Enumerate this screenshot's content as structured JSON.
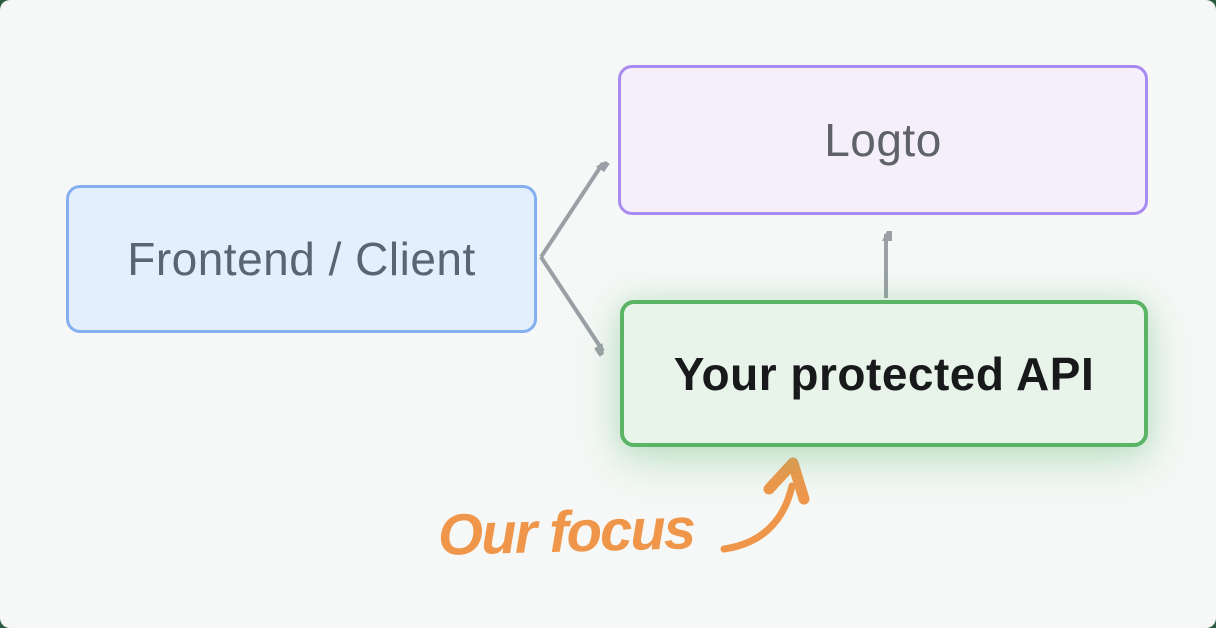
{
  "diagram": {
    "background_color": "#f5f8f6",
    "frame_color": "#2e5a42",
    "nodes": [
      {
        "id": "frontend",
        "label": "Frontend / Client",
        "fill": "#e4effc",
        "border_color": "#84aff0",
        "text_color": "#5b6572"
      },
      {
        "id": "logto",
        "label": "Logto",
        "fill": "#f5effc",
        "border_color": "#a78bf0",
        "text_color": "#5f6368"
      },
      {
        "id": "protected-api",
        "label": "Your protected API",
        "fill": "#e8f4e9",
        "border_color": "#5bb465",
        "text_color": "#17191b",
        "glow_color": "#6ebe7a"
      }
    ],
    "edges": [
      {
        "from": "frontend",
        "to": "logto",
        "color": "#9aa0a6",
        "style": "straight-arrow"
      },
      {
        "from": "frontend",
        "to": "protected-api",
        "color": "#9aa0a6",
        "style": "straight-arrow"
      },
      {
        "from": "protected-api",
        "to": "logto",
        "color": "#9aa0a6",
        "style": "straight-arrow"
      }
    ],
    "annotation": {
      "label": "Our focus",
      "color": "#f0964a",
      "target": "protected-api",
      "style": "handwritten-with-curved-arrow"
    }
  }
}
